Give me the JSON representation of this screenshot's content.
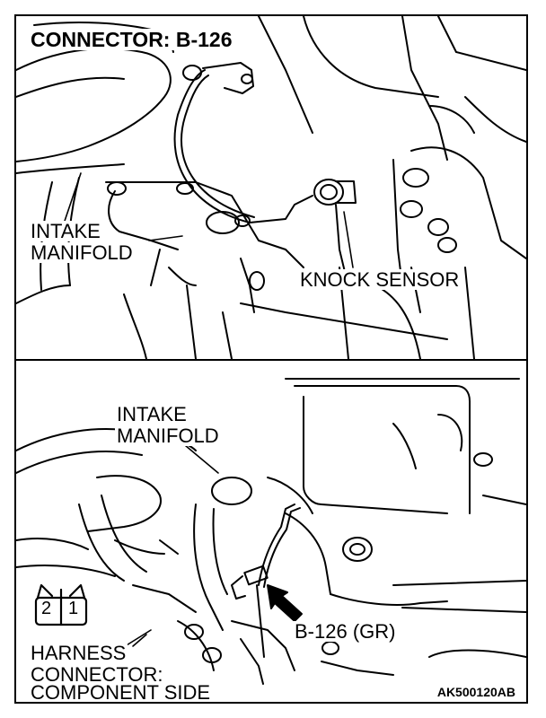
{
  "diagram": {
    "title": "CONNECTOR: B-126",
    "top_labels": {
      "intake_manifold_line1": "INTAKE",
      "intake_manifold_line2": "MANIFOLD",
      "knock_sensor": "KNOCK SENSOR"
    },
    "bottom_labels": {
      "intake_manifold_line1": "INTAKE",
      "intake_manifold_line2": "MANIFOLD",
      "connector_id": "B-126 (GR)",
      "harness_line1": "HARNESS",
      "harness_line2": "CONNECTOR:",
      "harness_line3": "COMPONENT SIDE"
    },
    "connector_pins": [
      "2",
      "1"
    ],
    "figure_code": "AK500120AB",
    "colors": {
      "line": "#000000",
      "background": "#ffffff"
    }
  }
}
